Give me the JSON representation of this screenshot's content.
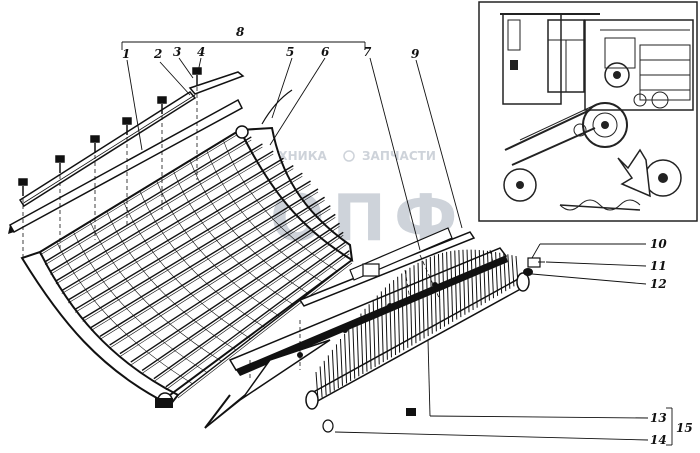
{
  "watermark": {
    "line1_left": "ТЕХНИКА",
    "line1_right": "ЗАПЧАСТИ",
    "line2": "ОПФ"
  },
  "callouts": [
    {
      "id": "c1",
      "text": "1"
    },
    {
      "id": "c2",
      "text": "2"
    },
    {
      "id": "c3",
      "text": "3"
    },
    {
      "id": "c4",
      "text": "4"
    },
    {
      "id": "c5",
      "text": "5"
    },
    {
      "id": "c6",
      "text": "6"
    },
    {
      "id": "c7",
      "text": "7"
    },
    {
      "id": "c8",
      "text": "8"
    },
    {
      "id": "c9",
      "text": "9"
    },
    {
      "id": "c10",
      "text": "10"
    },
    {
      "id": "c11",
      "text": "11"
    },
    {
      "id": "c12",
      "text": "12"
    },
    {
      "id": "c13",
      "text": "13"
    },
    {
      "id": "c14",
      "text": "14"
    },
    {
      "id": "c15",
      "text": "15"
    }
  ]
}
